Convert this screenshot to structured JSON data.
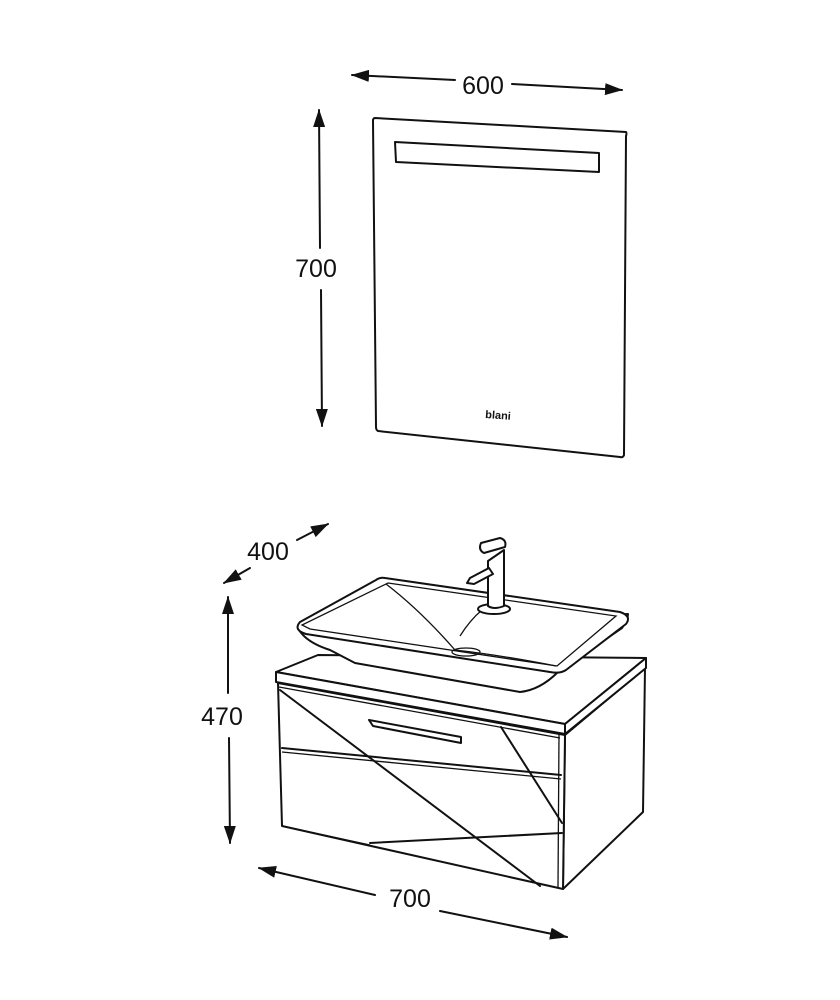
{
  "mirror": {
    "width_label": "600",
    "height_label": "700",
    "logo_text": "blani"
  },
  "vanity": {
    "depth_label": "400",
    "height_label": "470",
    "width_label": "700"
  },
  "colors": {
    "line": "#111111",
    "background": "#ffffff"
  }
}
